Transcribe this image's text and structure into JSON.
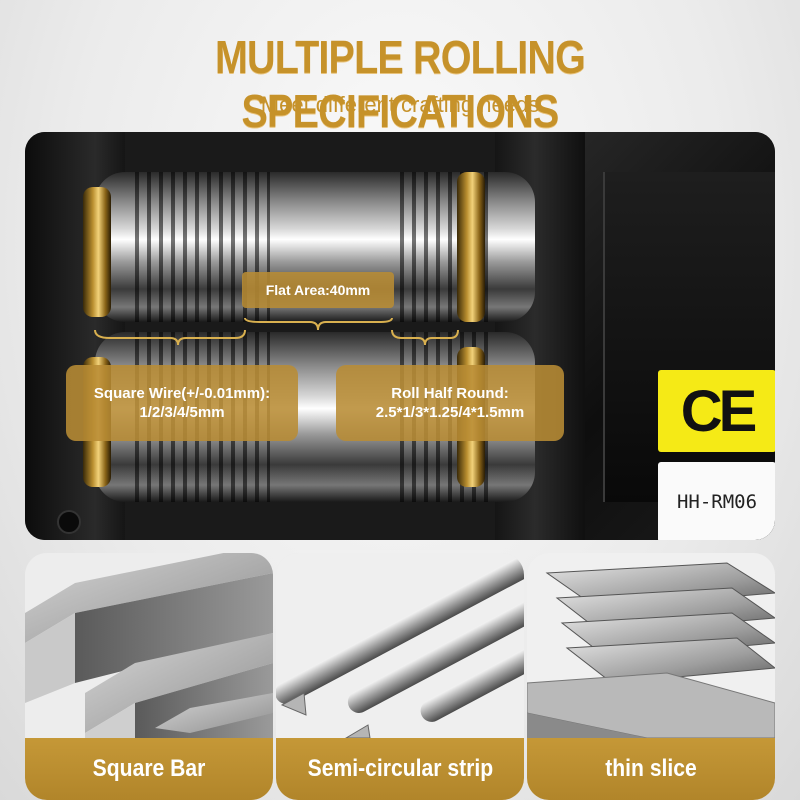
{
  "header": {
    "title": "MULTIPLE ROLLING SPECIFICATIONS",
    "subtitle": "Meet different crafting needs"
  },
  "machine": {
    "ce_mark": "CE",
    "model": "HH-RM06",
    "flat_area_label": "Flat Area:40mm",
    "square_wire": {
      "line1": "Square Wire(+/-0.01mm):",
      "line2": "1/2/3/4/5mm"
    },
    "half_round": {
      "line1": "Roll Half Round:",
      "line2": "2.5*1/3*1.25/4*1.5mm"
    }
  },
  "cards": [
    {
      "label": "Square Bar",
      "icon": "square-bar-image"
    },
    {
      "label": "Semi-circular strip",
      "icon": "semi-circular-strip-image"
    },
    {
      "label": "thin slice",
      "icon": "thin-slice-image"
    }
  ],
  "colors": {
    "accent_gold": "#c6922a",
    "label_gold": "#b88c34",
    "ce_yellow": "#f5ea16"
  }
}
